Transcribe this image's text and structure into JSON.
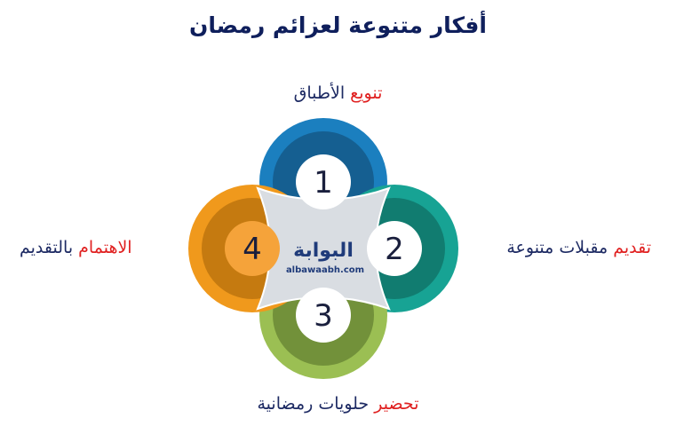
{
  "title": "أفكار متنوعة لعزائم رمضان",
  "items": [
    {
      "number": "1",
      "highlight": "تنويع",
      "rest": "الأطباق"
    },
    {
      "number": "2",
      "highlight": "تقديم",
      "rest": "مقبلات متنوعة"
    },
    {
      "number": "3",
      "highlight": "تحضير",
      "rest": "حلويات رمضانية"
    },
    {
      "number": "4",
      "highlight": "الاهتمام",
      "rest": "بالتقديم"
    }
  ],
  "logo": {
    "arabic": "البوابة",
    "latin": "albawaabh.com"
  },
  "colors": {
    "item1": "#1b7fbf",
    "item2": "#17a394",
    "item3": "#8eb444",
    "item4": "#f0991c",
    "center": "#d9dde2",
    "title": "#0f1f5c",
    "highlight": "#e02020"
  }
}
